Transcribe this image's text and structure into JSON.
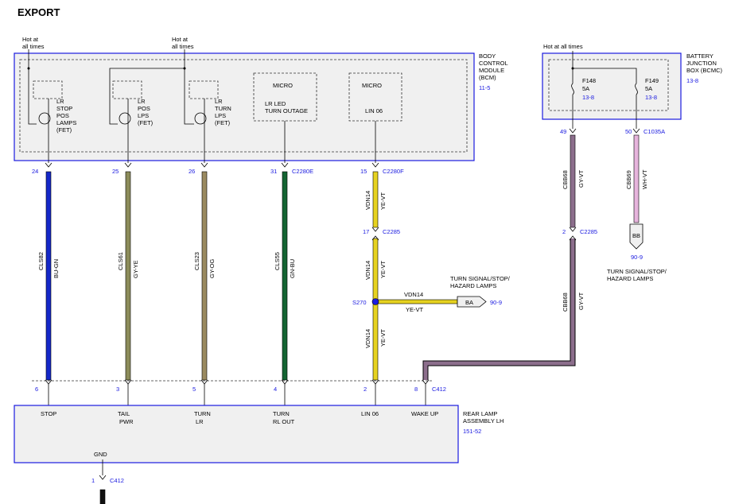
{
  "title": "EXPORT",
  "hot_at_all_times_1": [
    "Hot at",
    "all times"
  ],
  "hot_at_all_times_2": [
    "Hot at",
    "all times"
  ],
  "hot_at_all_times_3": "Hot at all times",
  "bcm": {
    "name": [
      "BODY",
      "CONTROL",
      "MODULE",
      "(BCM)"
    ],
    "ref": "11-5"
  },
  "bjb": {
    "name": [
      "BATTERY",
      "JUNCTION",
      "BOX (BCMC)"
    ],
    "ref": "13-8"
  },
  "rear_lamp": {
    "name": [
      "REAR LAMP",
      "ASSEMBLY LH"
    ],
    "ref": "151-52"
  },
  "fets": [
    {
      "lines": [
        "LR",
        "STOP",
        "POS",
        "LAMPS",
        "(FET)"
      ]
    },
    {
      "lines": [
        "LR",
        "POS",
        "LPS",
        "(FET)"
      ]
    },
    {
      "lines": [
        "LR",
        "TURN",
        "LPS",
        "(FET)"
      ]
    }
  ],
  "micro1": {
    "label": "MICRO",
    "lines": [
      "LR LED",
      "TURN OUTAGE"
    ]
  },
  "micro2": {
    "label": "MICRO",
    "lines": [
      "LIN 06"
    ]
  },
  "fuses": [
    {
      "name": "F148",
      "rating": "5A",
      "ref": "13-8"
    },
    {
      "name": "F149",
      "rating": "5A",
      "ref": "13-8"
    }
  ],
  "bcm_pins": [
    "24",
    "25",
    "26",
    "31",
    "15"
  ],
  "bcm_connectors": [
    "C2280E",
    "C2280F"
  ],
  "wires": [
    {
      "circuit": "CLS82",
      "color": "BU-GN",
      "hex": "#1428c8"
    },
    {
      "circuit": "CLS61",
      "color": "GY-YE",
      "hex": "#8c8c5a"
    },
    {
      "circuit": "CLS23",
      "color": "GY-OG",
      "hex": "#9a8a60"
    },
    {
      "circuit": "CLS55",
      "color": "GN-BU",
      "hex": "#146432"
    },
    {
      "circuit": "VDN14",
      "color": "YE-VT",
      "hex": "#e6d220"
    },
    {
      "circuit": "CBB68",
      "color": "GY-VT",
      "hex": "#8c6e8c"
    },
    {
      "circuit": "CBB69",
      "color": "WH-VT",
      "hex": "#e6b4dc"
    }
  ],
  "c2285_pin_lin": "17",
  "c2285_label": "C2285",
  "splice": "S270",
  "splice_branch_circuit": "VDN14",
  "splice_branch_color": "YE-VT",
  "ba_connector": "BA",
  "ba_desc": [
    "TURN SIGNAL/STOP/",
    "HAZARD LAMPS"
  ],
  "ba_ref": "90-9",
  "bb_connector": "BB",
  "bb_desc": [
    "TURN SIGNAL/STOP/",
    "HAZARD LAMPS"
  ],
  "bb_ref": "90-9",
  "bjb_pins": [
    "49",
    "50"
  ],
  "bjb_connector": "C1035A",
  "c2285_pin_gy": "2",
  "rear_pins": [
    "6",
    "3",
    "5",
    "4",
    "2",
    "8"
  ],
  "rear_connector": "C412",
  "rear_labels": [
    [
      "STOP"
    ],
    [
      "TAIL",
      "PWR"
    ],
    [
      "TURN",
      "LR"
    ],
    [
      "TURN",
      "RL OUT"
    ],
    [
      "LIN 06"
    ],
    [
      "WAKE UP"
    ]
  ],
  "gnd": {
    "label": "GND",
    "pin": "1",
    "connector": "C412"
  }
}
